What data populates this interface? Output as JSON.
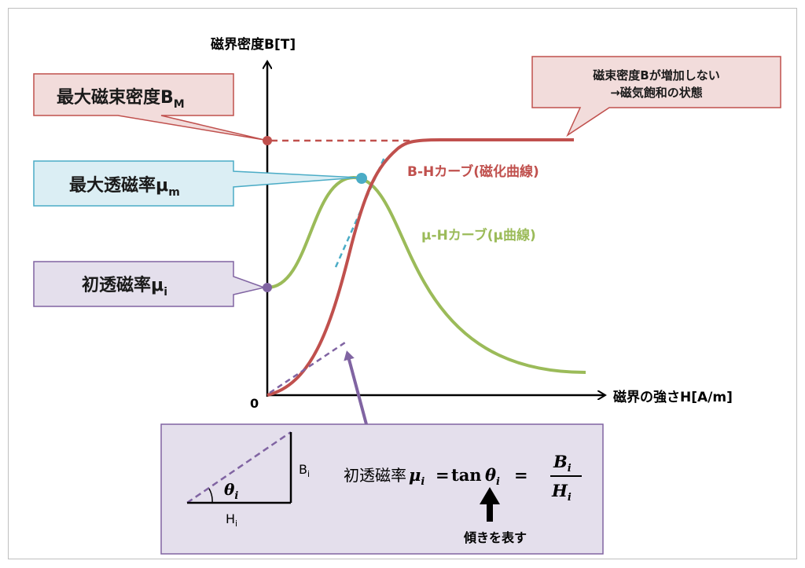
{
  "axes": {
    "y_label": "磁界密度B[T]",
    "x_label": "磁界の強さH[A/m]",
    "origin": "0"
  },
  "callouts": {
    "bm": {
      "text": "最大磁束密度B",
      "sub": "M"
    },
    "mu_m": {
      "text": "最大透磁率μ",
      "sub": "m"
    },
    "mu_i": {
      "text": "初透磁率μ",
      "sub": "i"
    },
    "saturation": {
      "line1": "磁束密度Bが増加しない",
      "line2": "→磁気飽和の状態"
    }
  },
  "curves": {
    "bh_label": "B-Hカーブ(磁化曲線)",
    "mu_label": "μ-Hカーブ(μ曲線)"
  },
  "formula_box": {
    "theta": "θ",
    "theta_sub": "i",
    "b_label": "B",
    "b_sub": "i",
    "h_label": "H",
    "h_sub": "i",
    "prefix": "初透磁率",
    "mu": "μ",
    "mu_sub": "i",
    "equals1": "=",
    "tan": "tan",
    "theta2": "θ",
    "theta2_sub": "i",
    "equals2": "=",
    "frac_num": "B",
    "frac_num_sub": "i",
    "frac_den": "H",
    "frac_den_sub": "i",
    "slope_note": "傾きを表す"
  },
  "colors": {
    "bh_curve": "#c0504d",
    "mu_curve": "#9bbb59",
    "mu_max_point": "#4bacc6",
    "initial": "#8064a2",
    "bm_box_fill": "#f2dcdb",
    "bm_box_stroke": "#c0504d",
    "mu_m_box_fill": "#dbeef4",
    "mu_m_box_stroke": "#4bacc6",
    "mu_i_box_fill": "#e4dfec",
    "mu_i_box_stroke": "#8064a2"
  }
}
